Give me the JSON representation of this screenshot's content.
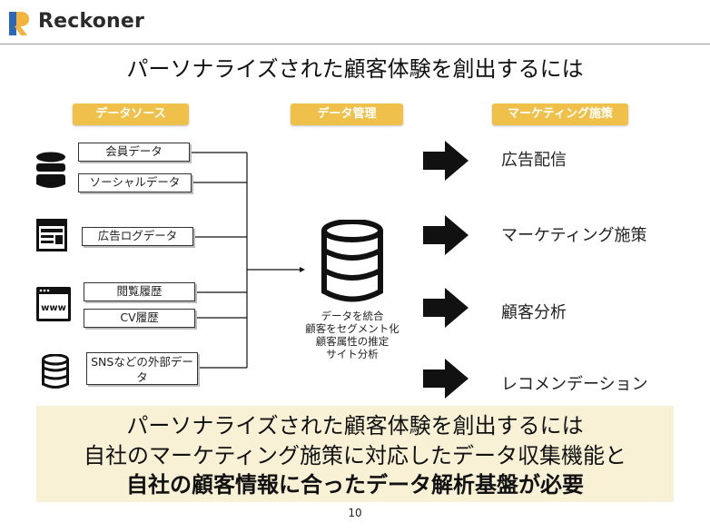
{
  "header": {
    "brand": "Reckoner"
  },
  "title": "パーソナライズされた顧客体験を創出するには",
  "columns": {
    "sources": "データソース",
    "management": "データ管理",
    "marketing": "マーケティング施策"
  },
  "sources": [
    {
      "label": "会員データ",
      "icon": "database-icon"
    },
    {
      "label": "ソーシャルデータ",
      "icon": "database-icon"
    },
    {
      "label": "広告ログデータ",
      "icon": "ad-layout-icon"
    },
    {
      "label": "閲覧履歴",
      "icon": "browser-www-icon"
    },
    {
      "label": "CV履歴",
      "icon": "browser-www-icon"
    },
    {
      "label": "SNSなどの外部データ",
      "icon": "database-icon"
    }
  ],
  "management": {
    "icon": "database-icon",
    "captions": [
      "データを統合",
      "顧客をセグメント化",
      "顧客属性の推定",
      "サイト分析"
    ]
  },
  "marketing": [
    {
      "label": "広告配信",
      "icon": "arrow-right-icon"
    },
    {
      "label": "マーケティング施策",
      "icon": "arrow-right-icon"
    },
    {
      "label": "顧客分析",
      "icon": "arrow-right-icon"
    },
    {
      "label": "レコメンデーション",
      "icon": "arrow-right-icon"
    }
  ],
  "summary": {
    "line1": "パーソナライズされた顧客体験を創出するには",
    "line2": "自社のマーケティング施策に対応したデータ収集機能と",
    "line3": "自社の顧客情報に合ったデータ解析基盤が必要"
  },
  "page_number": "10",
  "colors": {
    "pill": "#f0c14a",
    "band": "#f8f1d6",
    "logo_yellow": "#f3b33c",
    "logo_blue": "#2c68b7"
  }
}
